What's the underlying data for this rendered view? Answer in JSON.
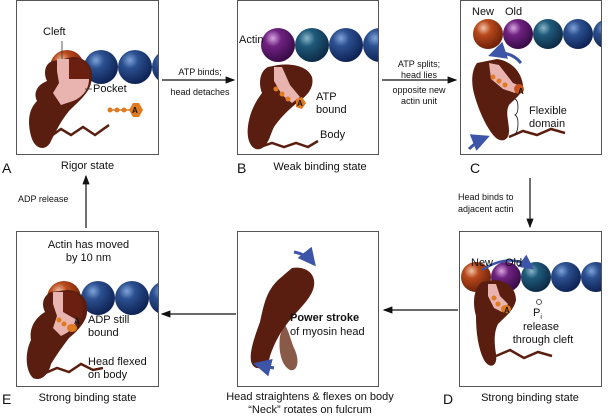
{
  "title": "Cross-bridge cycle of myosin head on actin",
  "colors": {
    "myosin": "#5a1e10",
    "myosin_light": "#8a5a48",
    "pocket": "#e9b3b0",
    "actin_blue": "#1f3f7a",
    "actin_purple": "#6a1e7a",
    "actin_orange": "#b5461d",
    "atp": "#e07a20",
    "arrow_blue": "#3d55a8",
    "border": "#555555"
  },
  "panels": {
    "A": {
      "letter": "A",
      "caption": "Rigor state",
      "labels": {
        "cleft": "Cleft",
        "pocket": "Pocket",
        "atp_glyph": "A"
      }
    },
    "B": {
      "letter": "B",
      "caption": "Weak binding state",
      "labels": {
        "actin": "Actin",
        "atp_bound_1": "ATP",
        "atp_bound_2": "bound",
        "body": "Body",
        "atp_glyph": "A"
      }
    },
    "C": {
      "letter": "C",
      "caption": "",
      "labels": {
        "new": "New",
        "old": "Old",
        "flexible_1": "Flexible",
        "flexible_2": "domain",
        "atp_glyph": "A"
      }
    },
    "D": {
      "letter": "D",
      "caption": "Strong binding state",
      "labels": {
        "new": "New",
        "old": "Old",
        "pi_main": "P",
        "pi_sub": "i",
        "release_1": "release",
        "release_2": "through cleft",
        "atp_glyph": "A"
      }
    },
    "P": {
      "letter": "",
      "caption_1": "Head straightens & flexes on body",
      "caption_2": "“Neck” rotates on fulcrum",
      "labels": {
        "power_1": "Power stroke",
        "power_2": "of myosin head"
      }
    },
    "E": {
      "letter": "E",
      "caption": "Strong binding state",
      "labels": {
        "moved_1": "Actin has moved",
        "moved_2": "by 10 nm",
        "adp_1": "ADP still",
        "adp_2": "bound",
        "flexed_1": "Head flexed",
        "flexed_2": "on body",
        "atp_glyph": "A"
      }
    }
  },
  "transitions": {
    "a_to_b": {
      "line1": "ATP binds;",
      "line2": "head detaches"
    },
    "b_to_c": {
      "line1": "ATP splits;",
      "line2": "head lies",
      "line3": "opposite new",
      "line4": "actin unit"
    },
    "c_to_d": {
      "line1": "Head binds to",
      "line2": "adjacent actin"
    },
    "e_to_a": {
      "line1": "ADP release"
    }
  }
}
